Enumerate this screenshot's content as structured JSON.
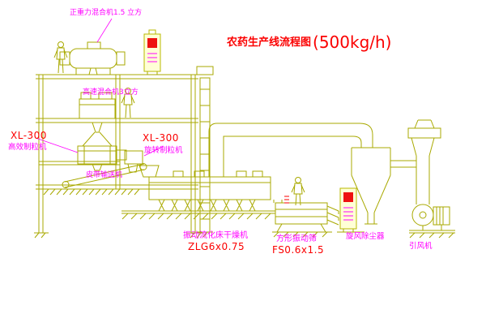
{
  "title": {
    "name": "农药生产线流程图",
    "capacity": "(500kg/h)"
  },
  "labels": {
    "gravity_mixer": "正重力混合机1.5 立方",
    "high_speed_mixer": "高速混合机3立方",
    "granulator_left_model": "XL-300",
    "granulator_left_name": "高效制粒机",
    "granulator_mid_model": "XL-300",
    "granulator_mid_name": "旋转制粒机",
    "belt_conveyor": "皮带输送机",
    "dryer_name": "振动流化床干燥机",
    "dryer_model": "ZLG6x0.75",
    "screen_name": "方形振动筛",
    "screen_model": "FS0.6x1.5",
    "cyclone": "旋风除尘器",
    "fan": "引风机"
  },
  "colors": {
    "background": "#ffffff",
    "line": "#a9a900",
    "label": "#ff00ff",
    "accent": "#fb0000",
    "cabinet_fill": "#ffffd6"
  }
}
